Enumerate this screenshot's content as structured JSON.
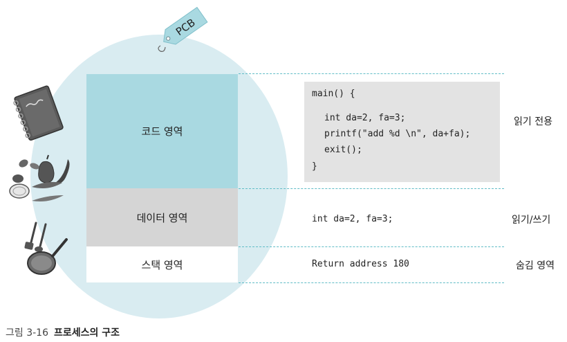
{
  "tag": {
    "label": "PCB"
  },
  "segments": {
    "code": "코드 영역",
    "data": "데이터 영역",
    "stack": "스택 영역"
  },
  "code_lines": [
    "main() {",
    "int da=2, fa=3;",
    "printf(\"add %d \\n\", da+fa);",
    "exit();",
    "}"
  ],
  "data_text": "int da=2, fa=3;",
  "stack_text": "Return address 180",
  "access": {
    "code": "읽기 전용",
    "data": "읽기/쓰기",
    "stack": "숨김 영역"
  },
  "caption": {
    "number": "그림 3-16",
    "title": "프로세스의 구조"
  },
  "colors": {
    "circle": "#d9ecf1",
    "code_area": "#a9d9e1",
    "data_area": "#d5d5d5",
    "dash": "#5fbcc6"
  },
  "icons": [
    "tag-icon",
    "recipe-book-icon",
    "vegetables-icon",
    "cooking-utensils-icon"
  ]
}
